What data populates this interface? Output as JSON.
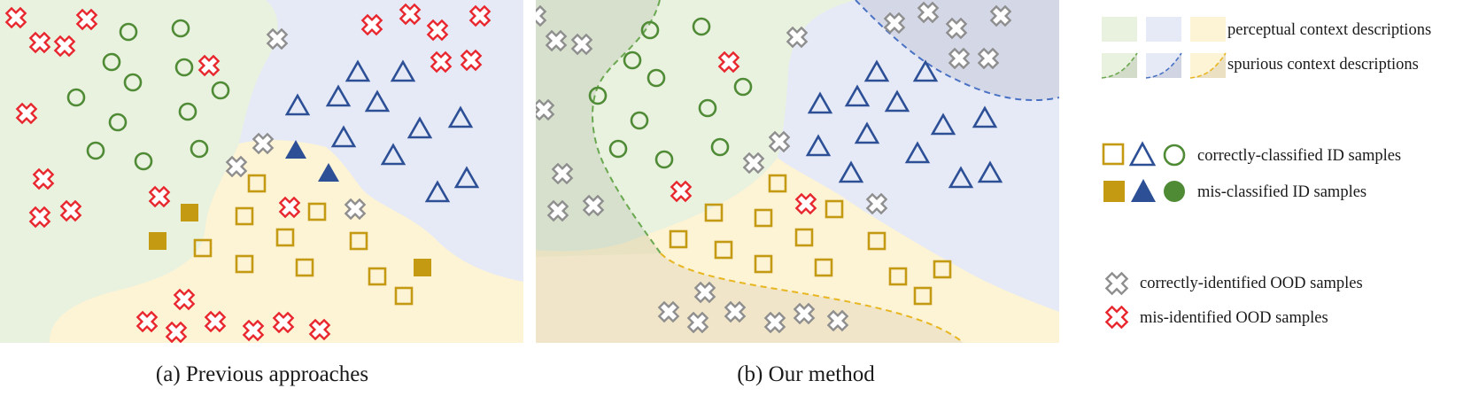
{
  "colors": {
    "green": "#4f8a35",
    "blue": "#2c4f96",
    "gold": "#c49a12",
    "red": "#e8262d",
    "gray": "#8e8e8e",
    "green_region": "#e9f1df",
    "blue_region": "#e6eaf7",
    "gold_region": "#fdf3d5"
  },
  "panels": [
    {
      "id": "previous",
      "caption": "(a) Previous approaches"
    },
    {
      "id": "ours",
      "caption": "(b) Our method"
    }
  ],
  "legend": {
    "region_items": [
      {
        "id": "perceptual",
        "label": "perceptual context descriptions"
      },
      {
        "id": "spurious",
        "label": "spurious context descriptions"
      }
    ],
    "sample_items": [
      {
        "id": "correct-id",
        "label": "correctly-classified ID samples"
      },
      {
        "id": "mis-id",
        "label": "mis-classified ID samples"
      },
      {
        "id": "correct-ood",
        "label": "correctly-identified OOD samples"
      },
      {
        "id": "mis-ood",
        "label": "mis-identified OOD samples"
      }
    ]
  },
  "markers": {
    "previous": {
      "red_x": [
        [
          18,
          20
        ],
        [
          98,
          22
        ],
        [
          45,
          48
        ],
        [
          73,
          52
        ],
        [
          30,
          128
        ],
        [
          49,
          202
        ],
        [
          80,
          238
        ],
        [
          45,
          245
        ],
        [
          180,
          222
        ],
        [
          236,
          74
        ],
        [
          327,
          234
        ],
        [
          208,
          338
        ],
        [
          166,
          363
        ],
        [
          199,
          375
        ],
        [
          243,
          363
        ],
        [
          286,
          373
        ],
        [
          320,
          364
        ],
        [
          361,
          372
        ],
        [
          420,
          28
        ],
        [
          463,
          16
        ],
        [
          494,
          34
        ],
        [
          542,
          18
        ],
        [
          498,
          70
        ],
        [
          532,
          68
        ]
      ],
      "gray_x": [
        [
          313,
          44
        ],
        [
          297,
          162
        ],
        [
          267,
          188
        ],
        [
          401,
          236
        ]
      ],
      "green_o": [
        [
          145,
          36
        ],
        [
          204,
          32
        ],
        [
          126,
          70
        ],
        [
          208,
          76
        ],
        [
          150,
          93
        ],
        [
          249,
          102
        ],
        [
          86,
          110
        ],
        [
          212,
          126
        ],
        [
          133,
          138
        ],
        [
          108,
          170
        ],
        [
          162,
          182
        ],
        [
          225,
          168
        ]
      ],
      "green_dot": [],
      "blue_tri": [
        [
          336,
          120
        ],
        [
          382,
          110
        ],
        [
          426,
          116
        ],
        [
          455,
          82
        ],
        [
          404,
          82
        ],
        [
          388,
          156
        ],
        [
          474,
          146
        ],
        [
          520,
          134
        ],
        [
          444,
          176
        ],
        [
          494,
          218
        ],
        [
          527,
          202
        ]
      ],
      "blue_tri_filled": [
        [
          334,
          170
        ],
        [
          371,
          196
        ]
      ],
      "gold_sq": [
        [
          290,
          207
        ],
        [
          276,
          244
        ],
        [
          358,
          239
        ],
        [
          229,
          280
        ],
        [
          322,
          268
        ],
        [
          405,
          272
        ],
        [
          276,
          298
        ],
        [
          344,
          302
        ],
        [
          426,
          312
        ],
        [
          456,
          334
        ]
      ],
      "gold_sq_filled": [
        [
          214,
          240
        ],
        [
          178,
          272
        ],
        [
          477,
          302
        ]
      ]
    },
    "ours": {
      "red_x": [
        [
          823,
          70
        ],
        [
          769,
          216
        ],
        [
          910,
          230
        ]
      ],
      "gray_x": [
        [
          605,
          18
        ],
        [
          628,
          46
        ],
        [
          657,
          50
        ],
        [
          900,
          42
        ],
        [
          1010,
          26
        ],
        [
          1048,
          14
        ],
        [
          1080,
          32
        ],
        [
          1130,
          18
        ],
        [
          1083,
          66
        ],
        [
          1116,
          66
        ],
        [
          614,
          124
        ],
        [
          635,
          196
        ],
        [
          670,
          232
        ],
        [
          630,
          238
        ],
        [
          880,
          160
        ],
        [
          851,
          184
        ],
        [
          990,
          230
        ],
        [
          796,
          330
        ],
        [
          755,
          352
        ],
        [
          788,
          364
        ],
        [
          830,
          352
        ],
        [
          875,
          364
        ],
        [
          908,
          354
        ],
        [
          946,
          362
        ]
      ],
      "green_o": [
        [
          734,
          34
        ],
        [
          792,
          30
        ],
        [
          714,
          68
        ],
        [
          741,
          88
        ],
        [
          675,
          108
        ],
        [
          799,
          122
        ],
        [
          839,
          98
        ],
        [
          722,
          136
        ],
        [
          698,
          168
        ],
        [
          750,
          180
        ],
        [
          813,
          166
        ]
      ],
      "green_dot": [],
      "blue_tri": [
        [
          926,
          118
        ],
        [
          968,
          110
        ],
        [
          990,
          82
        ],
        [
          1013,
          116
        ],
        [
          1045,
          82
        ],
        [
          924,
          166
        ],
        [
          979,
          152
        ],
        [
          1065,
          142
        ],
        [
          1112,
          134
        ],
        [
          1036,
          174
        ],
        [
          1085,
          202
        ],
        [
          961,
          196
        ],
        [
          1118,
          196
        ]
      ],
      "blue_tri_filled": [],
      "gold_sq": [
        [
          878,
          207
        ],
        [
          806,
          240
        ],
        [
          862,
          246
        ],
        [
          942,
          236
        ],
        [
          766,
          270
        ],
        [
          817,
          282
        ],
        [
          908,
          268
        ],
        [
          990,
          272
        ],
        [
          862,
          298
        ],
        [
          930,
          302
        ],
        [
          1014,
          312
        ],
        [
          1064,
          304
        ],
        [
          1042,
          334
        ]
      ],
      "gold_sq_filled": []
    }
  }
}
